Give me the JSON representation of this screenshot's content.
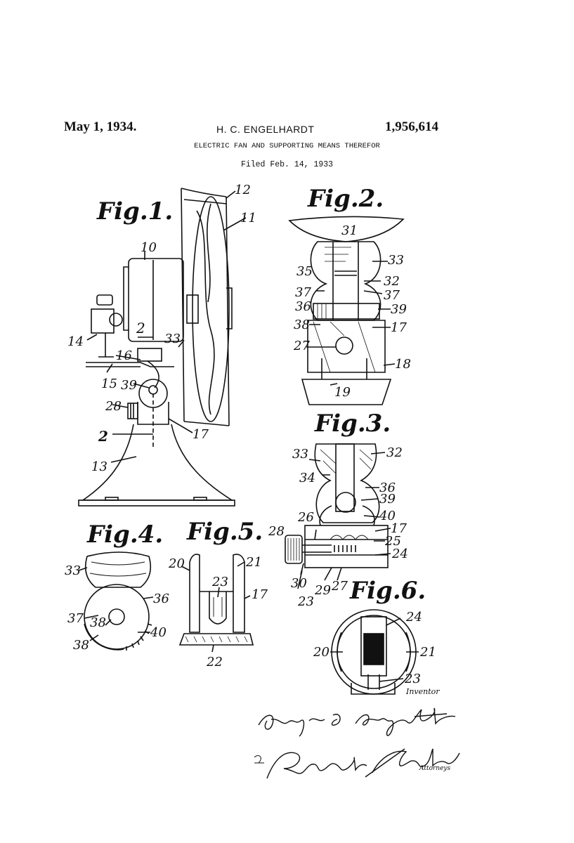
{
  "header": {
    "date": "May 1, 1934.",
    "inventor_name": "H. C. ENGELHARDT",
    "patent_number": "1,956,614",
    "title": "ELECTRIC FAN AND SUPPORTING MEANS THEREFOR",
    "filed": "Filed Feb. 14, 1933"
  },
  "figures": {
    "fig1": "Fig.1.",
    "fig2": "Fig.2.",
    "fig3": "Fig.3.",
    "fig4": "Fig.4.",
    "fig5": "Fig.5.",
    "fig6": "Fig.6."
  },
  "refs": {
    "fig1": [
      "12",
      "11",
      "10",
      "2",
      "33",
      "14",
      "16",
      "15",
      "39",
      "28",
      "2",
      "17",
      "13"
    ],
    "fig2": [
      "31",
      "33",
      "35",
      "32",
      "37",
      "37",
      "36",
      "39",
      "38",
      "17",
      "27",
      "18",
      "19"
    ],
    "fig3": [
      "33",
      "32",
      "34",
      "36",
      "39",
      "26",
      "40",
      "28",
      "17",
      "25",
      "24",
      "30",
      "29",
      "27",
      "23"
    ],
    "fig4": [
      "33",
      "36",
      "37",
      "38",
      "40",
      "38"
    ],
    "fig5": [
      "20",
      "21",
      "23",
      "17",
      "22"
    ],
    "fig6": [
      "24",
      "20",
      "21",
      "23"
    ]
  },
  "signature": {
    "inventor_label": "Inventor",
    "inventor_signature": "Henry C. Engelhardt",
    "by_prefix": "By",
    "attorney_signature": "Rockwell & Bartholow",
    "attorney_label": "Attorneys"
  }
}
